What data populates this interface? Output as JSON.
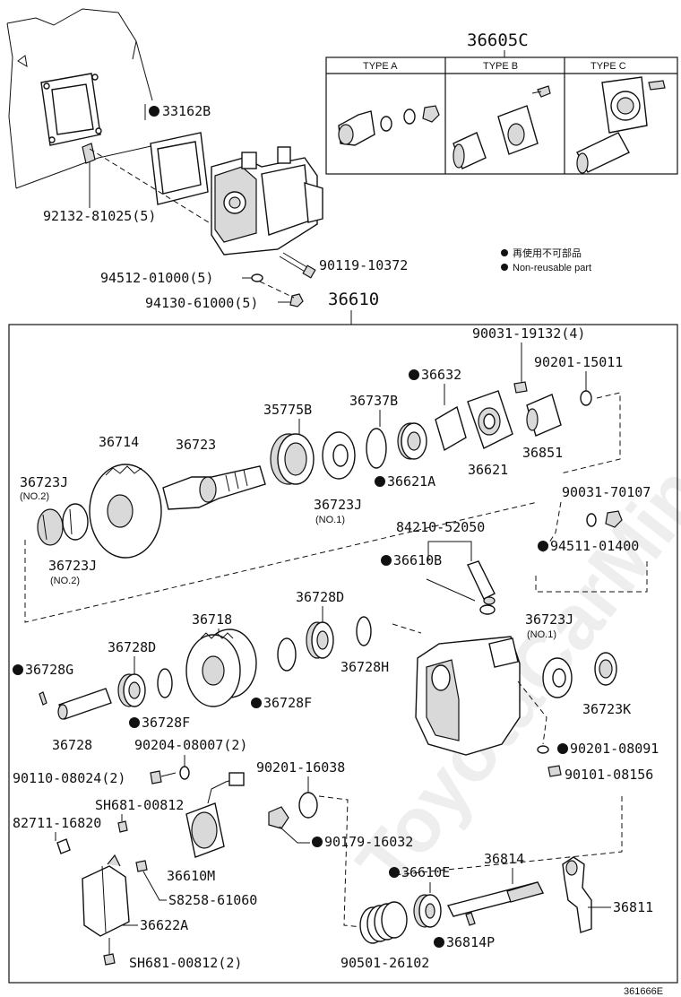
{
  "title": "36605C",
  "assembly_label": "36610",
  "figure_id": "361666E",
  "watermark": "ToyotaCarMine.ru",
  "legend": {
    "line_jp": "再使用不可部品",
    "line_en": "Non-reusable part"
  },
  "types": [
    "TYPE A",
    "TYPE B",
    "TYPE C"
  ],
  "labels": {
    "p33162B": "33162B",
    "p92132": "92132-81025(5)",
    "p94512": "94512-01000(5)",
    "p90119": "90119-10372",
    "p94130": "94130-61000(5)",
    "p90031_19132": "90031-19132(4)",
    "p90201_15011": "90201-15011",
    "p36632": "36632",
    "p35775B": "35775B",
    "p36737B": "36737B",
    "p36714": "36714",
    "p36723": "36723",
    "p36851": "36851",
    "p36723J_a": "36723J",
    "no2_a": "(NO.2)",
    "p36621A": "36621A",
    "p36621": "36621",
    "p36723J_b": "36723J",
    "no1_a": "(NO.1)",
    "p90031_70107": "90031-70107",
    "p84210": "84210-52050",
    "p94511": "94511-01400",
    "p36723J_c": "36723J",
    "no2_b": "(NO.2)",
    "p36610B": "36610B",
    "p36728D_a": "36728D",
    "p36718": "36718",
    "p36728D_b": "36728D",
    "p36723J_d": "36723J",
    "no1_b": "(NO.1)",
    "p36728G": "36728G",
    "p36728H": "36728H",
    "p36728F_a": "36728F",
    "p36728F_b": "36728F",
    "p36723K": "36723K",
    "p36728": "36728",
    "p90204": "90204-08007(2)",
    "p90201_08091": "90201-08091",
    "p90110": "90110-08024(2)",
    "p90101": "90101-08156",
    "pSH681_a": "SH681-00812",
    "p90201_16038": "90201-16038",
    "p82711": "82711-16820",
    "p90179": "90179-16032",
    "p36814": "36814",
    "p36610E": "36610E",
    "p36610M": "36610M",
    "pS8258": "S8258-61060",
    "p36811": "36811",
    "p36622A": "36622A",
    "p36814P": "36814P",
    "pSH681_b": "SH681-00812(2)",
    "p90501": "90501-26102"
  }
}
